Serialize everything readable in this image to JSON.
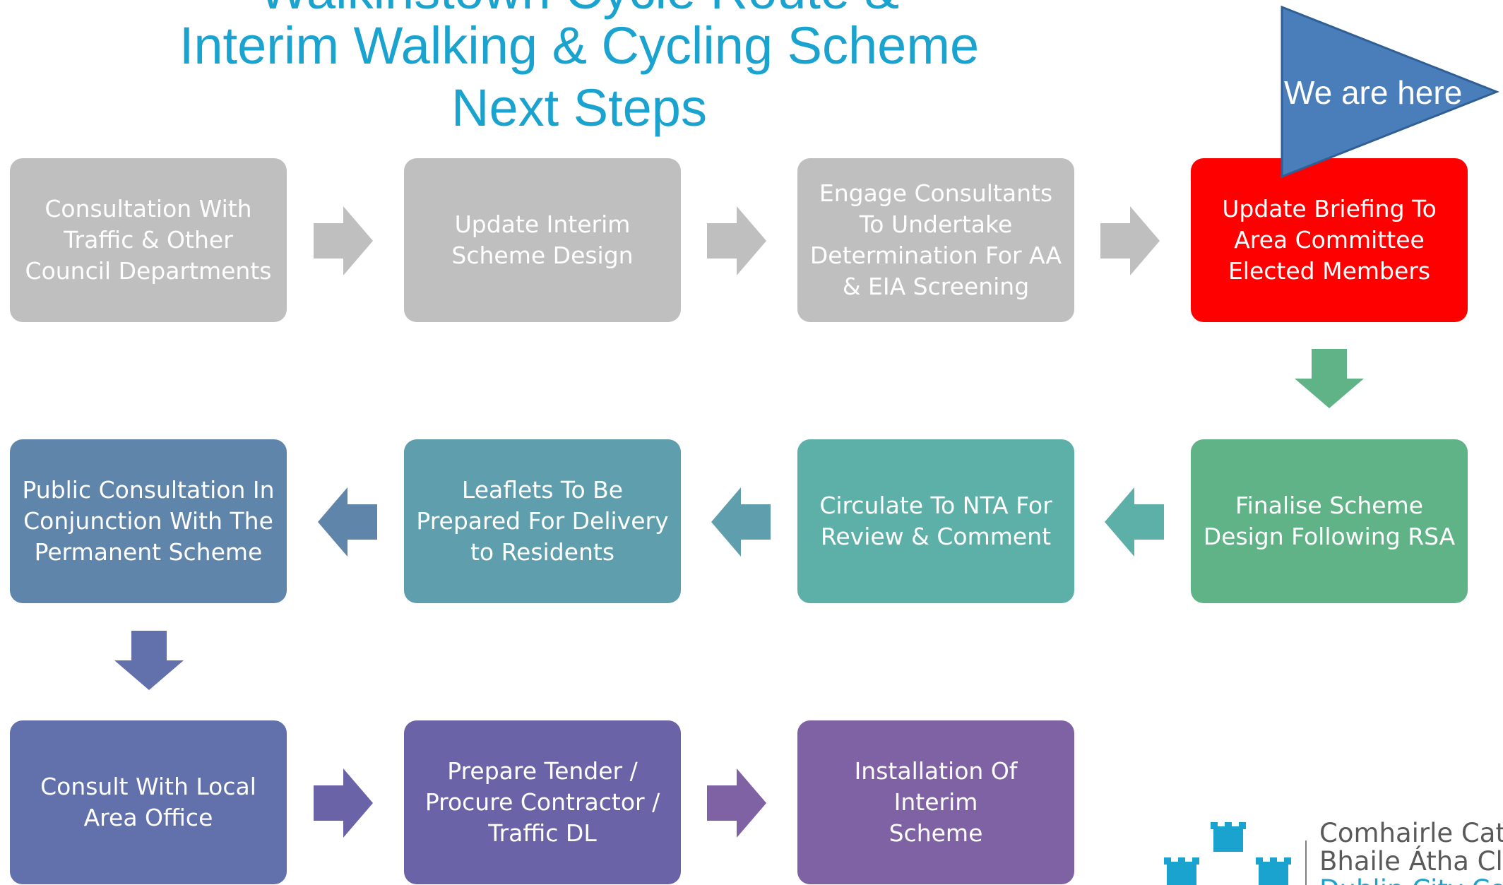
{
  "title": {
    "line1": "Walkinstown Cycle Route &",
    "line2": "Interim Walking & Cycling Scheme",
    "line3": "Next Steps"
  },
  "marker": {
    "label": "We are here",
    "color": "#4a7ebb"
  },
  "steps": [
    {
      "text": [
        "Consultation With",
        "Traffic & Other",
        "Council Departments"
      ],
      "color": "#bfbfbf",
      "state": "done"
    },
    {
      "text": [
        "Update Interim",
        "Scheme Design"
      ],
      "color": "#bfbfbf",
      "state": "done"
    },
    {
      "text": [
        "Engage Consultants",
        "To Undertake",
        "Determination For AA",
        "& EIA Screening"
      ],
      "color": "#bfbfbf",
      "state": "done"
    },
    {
      "text": [
        "Update Briefing To",
        "Area Committee",
        "Elected Members"
      ],
      "color": "#ff0000",
      "state": "current"
    },
    {
      "text": [
        "Finalise Scheme",
        "Design Following RSA"
      ],
      "color": "#5fb386",
      "state": "upcoming"
    },
    {
      "text": [
        "Circulate To NTA For",
        "Review & Comment"
      ],
      "color": "#5db0a7",
      "state": "upcoming"
    },
    {
      "text": [
        "Leaflets To Be",
        "Prepared For Delivery",
        "to Residents"
      ],
      "color": "#5f9fad",
      "state": "upcoming"
    },
    {
      "text": [
        "Public Consultation In",
        "Conjunction With The",
        "Permanent Scheme"
      ],
      "color": "#5f85aa",
      "state": "upcoming"
    },
    {
      "text": [
        "Consult With Local",
        "Area Office"
      ],
      "color": "#6271ab",
      "state": "upcoming"
    },
    {
      "text": [
        "Prepare Tender /",
        "Procure Contractor /",
        "Traffic DL"
      ],
      "color": "#6b63a7",
      "state": "upcoming"
    },
    {
      "text": [
        "Installation Of Interim",
        "Scheme"
      ],
      "color": "#7f62a3",
      "state": "upcoming"
    }
  ],
  "connector_colors": {
    "done": "#bfbfbf",
    "to_step5": "#5fb386",
    "to_step6": "#5db0a7",
    "to_step7": "#5f9fad",
    "to_step8": "#5f85aa",
    "to_step9": "#6271ab",
    "to_step10": "#6b63a7",
    "to_step11": "#7f62a3"
  },
  "logo": {
    "line1": "Comhairle Cathrach",
    "line2": "Bhaile Átha Cliath",
    "line3": "Dublin City Council",
    "color": "#1aa3cf"
  }
}
